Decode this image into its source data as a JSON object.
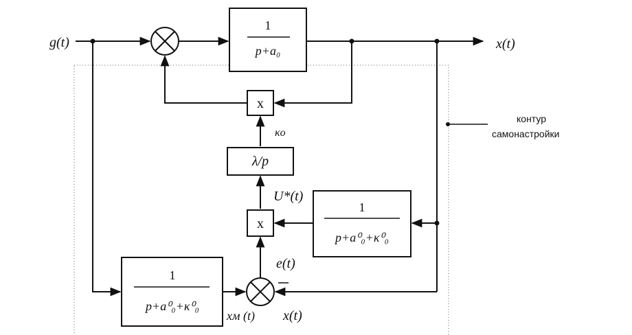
{
  "signals": {
    "input": "g(t)",
    "output": "x(t)",
    "error": "e(t)",
    "model_output": "xм (t)",
    "x_minus": "x(t)",
    "u_star": "U*(t)",
    "k_o": "κo"
  },
  "blocks": {
    "plant": {
      "numerator": "1",
      "denominator": "p+a₀"
    },
    "multiplier_top": {
      "label": "x"
    },
    "integrator": {
      "label": "λ/p"
    },
    "multiplier_mid": {
      "label": "x"
    },
    "sensitivity_filter": {
      "numerator": "1",
      "denominator": "p+a⁰₀+κ⁰₀"
    },
    "reference_model": {
      "numerator": "1",
      "denominator": "p+a⁰₀+κ⁰₀"
    }
  },
  "annotation": {
    "line1": "контур",
    "line2": "самонастройки"
  }
}
